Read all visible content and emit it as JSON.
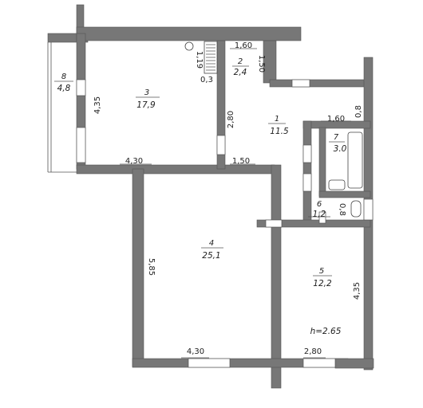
{
  "rooms": [
    {
      "number": "1",
      "area": "11.5"
    },
    {
      "number": "2",
      "area": "2,4"
    },
    {
      "number": "3",
      "area": "17,9"
    },
    {
      "number": "4",
      "area": "25,1"
    },
    {
      "number": "5",
      "area": "12,2"
    },
    {
      "number": "6",
      "area": "1,2"
    },
    {
      "number": "7",
      "area": "3.0"
    },
    {
      "number": "8",
      "area": "4,8"
    }
  ],
  "dimensions": {
    "room3_width": "4,30",
    "room3_height": "4,35",
    "room3_top": "1,19",
    "room3_gap": "0,3",
    "room2_width": "1,60",
    "room2_height": "1,50",
    "corridor_height": "2,80",
    "corridor_width": "1,50",
    "room7_width": "1,60",
    "room7_height": "0,8",
    "room6_height": "0,8",
    "room4_height": "5,85",
    "room4_width": "4,30",
    "room5_height": "4,35",
    "room5_width": "2,80"
  },
  "ceiling_height": "h=2.65"
}
